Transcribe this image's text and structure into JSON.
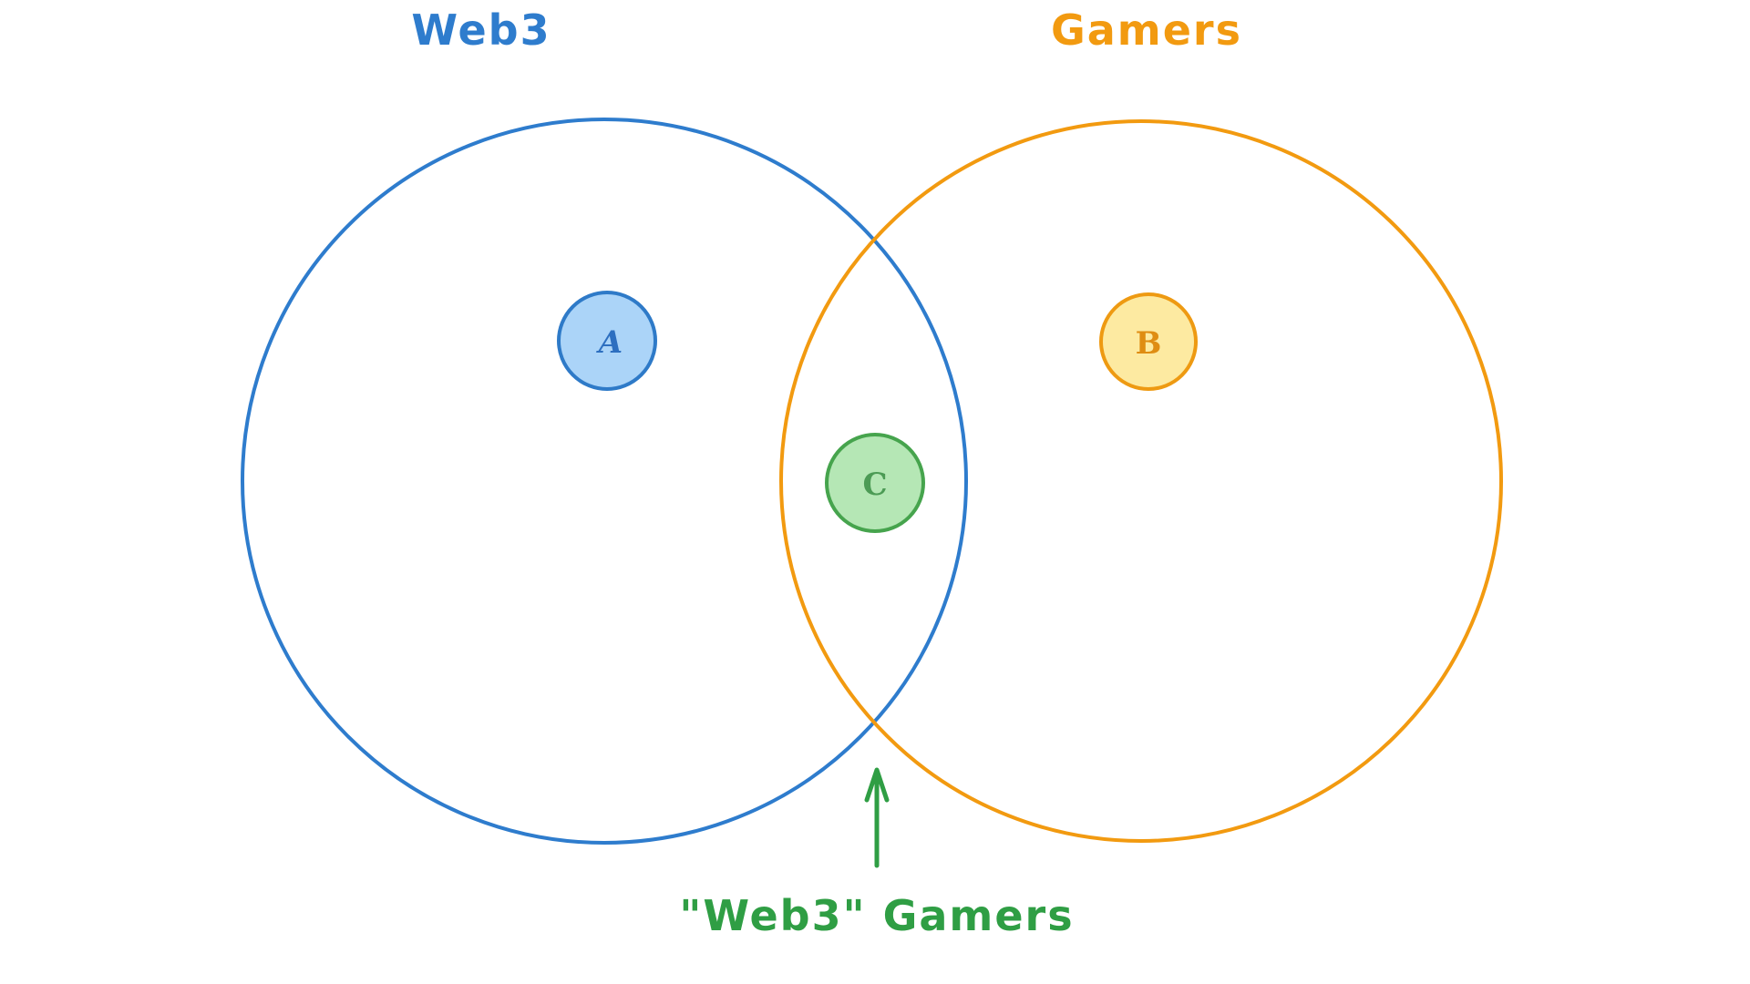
{
  "diagram": {
    "type": "venn",
    "left_set": {
      "label": "Web3",
      "color": "#2e7ccd"
    },
    "right_set": {
      "label": "Gamers",
      "color": "#f29a10"
    },
    "points": [
      {
        "label": "A",
        "set": "Web3",
        "fill": "#abd4f8",
        "stroke": "#2e7ac8",
        "text_color": "#2d6fc0"
      },
      {
        "label": "B",
        "set": "Gamers",
        "fill": "#fdeaa1",
        "stroke": "#ee9a12",
        "text_color": "#df8d13"
      },
      {
        "label": "C",
        "set": "Web3 ∩ Gamers",
        "fill": "#b5e7b5",
        "stroke": "#46a44d",
        "text_color": "#4c9b55"
      }
    ],
    "annotation": {
      "label": "\"Web3\" Gamers",
      "color": "#2f9e44",
      "arrow_direction": "up"
    }
  }
}
